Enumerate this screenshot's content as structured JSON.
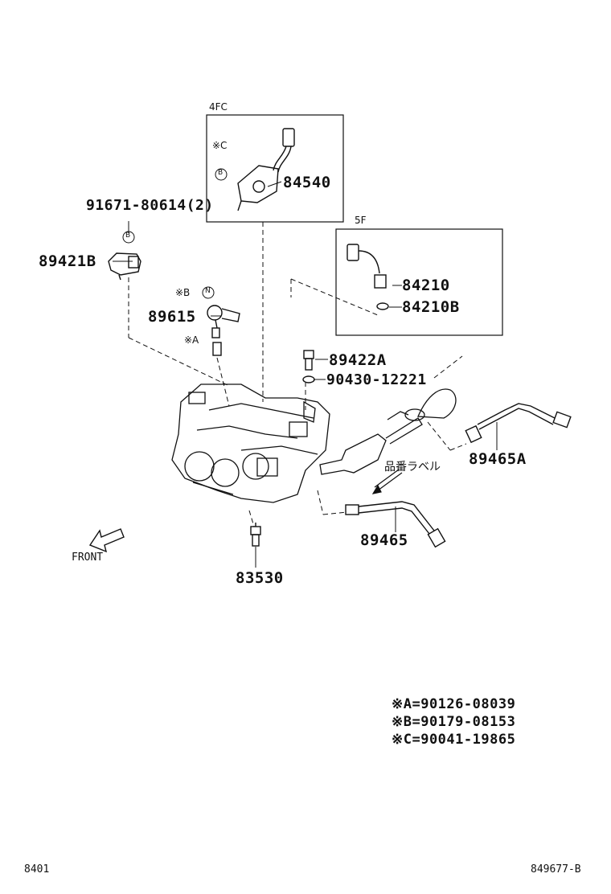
{
  "boxes": {
    "box_4fc": "4FC",
    "box_5f": "5F"
  },
  "labels": {
    "p84540": "84540",
    "p91671": "91671-80614(2)",
    "p89421b": "89421B",
    "p89615": "89615",
    "p84210": "84210",
    "p84210b": "84210B",
    "p89422a": "89422A",
    "p90430": "90430-12221",
    "p89465a": "89465A",
    "p89465": "89465",
    "p83530": "83530",
    "hinban_label": "品番ラベル",
    "front": "FRONT"
  },
  "callouts": {
    "c_c": "※C",
    "c_b": "※B",
    "c_a": "※A",
    "circ_b1": "B",
    "circ_b2": "B",
    "circ_n": "N"
  },
  "notes": [
    "※A=90126-08039",
    "※B=90179-08153",
    "※C=90041-19865"
  ],
  "footer": {
    "left": "8401",
    "right": "849677-B"
  }
}
